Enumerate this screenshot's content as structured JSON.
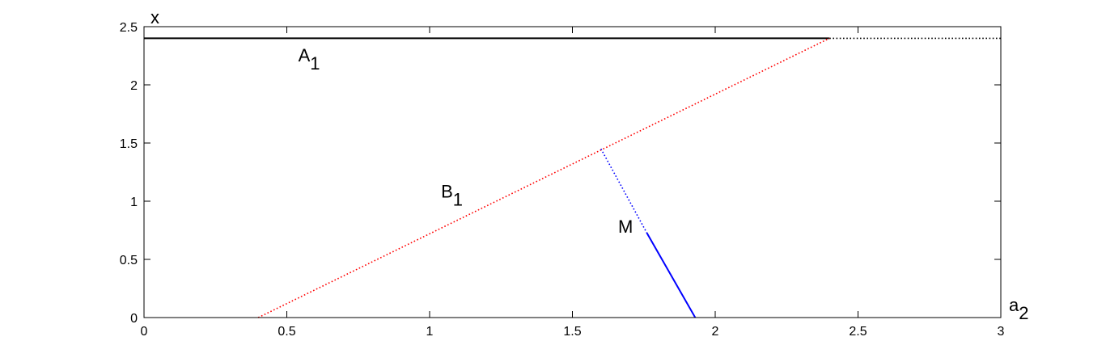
{
  "chart_data": {
    "type": "line",
    "title": "",
    "xlabel": "a",
    "xlabel_subscript": "2",
    "ylabel": "x",
    "xlim": [
      0,
      3
    ],
    "ylim": [
      0,
      2.5
    ],
    "xticks": [
      0,
      0.5,
      1,
      1.5,
      2,
      2.5,
      3
    ],
    "xtick_labels": [
      "0",
      "0.5",
      "1",
      "1.5",
      "2",
      "2.5",
      "3"
    ],
    "yticks": [
      0,
      0.5,
      1,
      1.5,
      2,
      2.5
    ],
    "ytick_labels": [
      "0",
      "0.5",
      "1",
      "1.5",
      "2",
      "2.5"
    ],
    "grid": false,
    "box": true,
    "series": [
      {
        "color": "#000000",
        "style": "solid",
        "x": [
          0,
          2.4
        ],
        "y": [
          2.4,
          2.4
        ]
      },
      {
        "color": "#000000",
        "style": "dotted",
        "x": [
          2.4,
          3
        ],
        "y": [
          2.4,
          2.4
        ]
      },
      {
        "color": "#ff0000",
        "style": "dotted",
        "x": [
          0.4,
          2.4
        ],
        "y": [
          0,
          2.4
        ]
      },
      {
        "color": "#0000ff",
        "style": "dotted",
        "x": [
          1.6,
          1.76
        ],
        "y": [
          1.45,
          0.73
        ]
      },
      {
        "color": "#0000ff",
        "style": "solid",
        "x": [
          1.76,
          1.93
        ],
        "y": [
          0.73,
          0
        ]
      }
    ],
    "annotations": [
      {
        "text": "A",
        "sub": "1",
        "x": 0.54,
        "y": 2.2
      },
      {
        "text": "B",
        "sub": "1",
        "x": 1.04,
        "y": 1.03
      },
      {
        "text": "M",
        "sub": "",
        "x": 1.66,
        "y": 0.73
      }
    ]
  }
}
